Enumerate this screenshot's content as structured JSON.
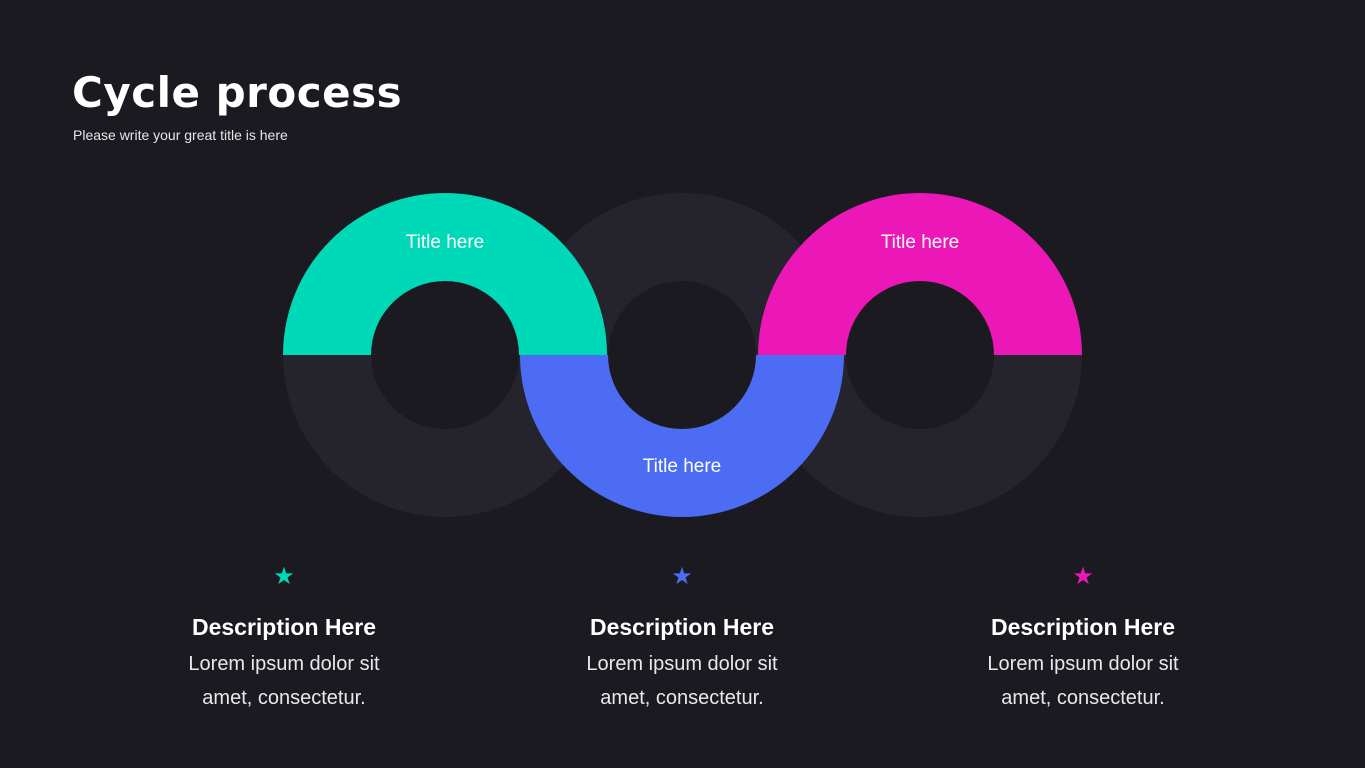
{
  "header": {
    "title": "Cycle process",
    "subtitle": "Please write your great title is here"
  },
  "colors": {
    "background": "#1b1a21",
    "ring_gray": "#25242d",
    "teal": "#00d9b8",
    "blue": "#4b6cf3",
    "magenta": "#ec17b7"
  },
  "segments": [
    {
      "label": "Title here",
      "color": "#00d9b8"
    },
    {
      "label": "Title here",
      "color": "#4b6cf3"
    },
    {
      "label": "Title here",
      "color": "#ec17b7"
    }
  ],
  "descriptions": [
    {
      "icon": "star-icon",
      "color": "#00d9b8",
      "title": "Description Here",
      "line1": "Lorem ipsum dolor sit",
      "line2": "amet, consectetur."
    },
    {
      "icon": "star-icon",
      "color": "#4b6cf3",
      "title": "Description Here",
      "line1": "Lorem ipsum dolor sit",
      "line2": "amet, consectetur."
    },
    {
      "icon": "star-icon",
      "color": "#ec17b7",
      "title": "Description Here",
      "line1": "Lorem ipsum dolor sit",
      "line2": "amet, consectetur."
    }
  ]
}
